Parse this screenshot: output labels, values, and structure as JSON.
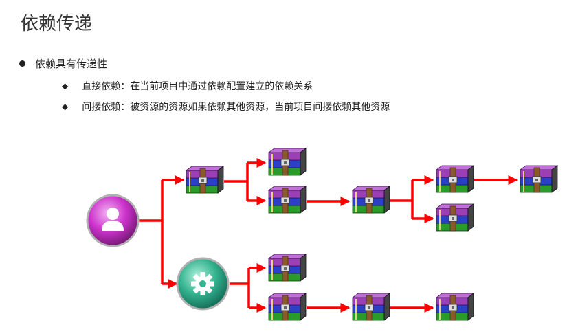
{
  "title": "依赖传递",
  "bullets": {
    "main": "依赖具有传递性",
    "sub1": "直接依赖：在当前项目中通过依赖配置建立的依赖关系",
    "sub2": "间接依赖：被资源的资源如果依赖其他资源，当前项目间接依赖其他资源"
  },
  "colors": {
    "arrow": "#ff0000",
    "user_node": "#cc33cc",
    "gear_node": "#33b38f",
    "book_purple": "#9b3fb5",
    "book_blue": "#2b3fc7",
    "book_green": "#2a9a2a",
    "book_strap": "#8a5a2b"
  },
  "icons": {
    "user_node": "user-icon",
    "gear_node": "gear-icon",
    "resource": "archive-books-icon"
  }
}
